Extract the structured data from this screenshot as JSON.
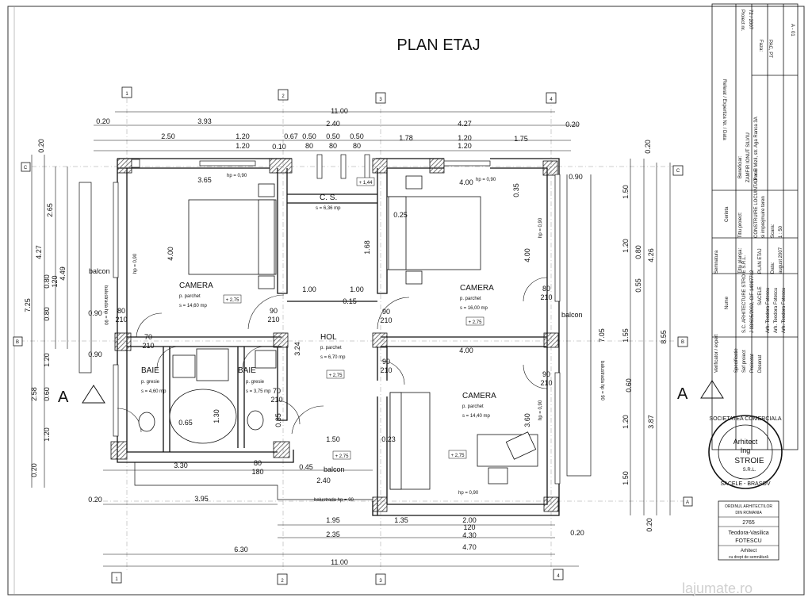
{
  "title": "PLAN ETAJ",
  "grid_axes": {
    "numbers": [
      "1",
      "2",
      "3",
      "4"
    ],
    "letters_right": [
      "C",
      "B",
      "A"
    ],
    "letters_left": [
      "C",
      "B"
    ]
  },
  "section_marks": [
    "A",
    "A"
  ],
  "dimensions_top": {
    "overall": "11.00",
    "row1": [
      "0.20",
      "3.93",
      "2.40",
      "4.27",
      "0.20"
    ],
    "row2": [
      "2.50",
      "1.20",
      "0.67",
      "0.50",
      "0.50",
      "0.50",
      "1.78",
      "1.20",
      "1.75"
    ],
    "row3": [
      "1.20",
      "0.10",
      "80",
      "80",
      "80",
      "1.20"
    ]
  },
  "dimensions_bottom": {
    "row1": [
      "3.30",
      "0.45",
      "2.40"
    ],
    "row2": [
      "0.20",
      "3.95"
    ],
    "row3": [
      "1.95",
      "1.35",
      "2.00",
      "120"
    ],
    "row4": [
      "2.35",
      "4.30"
    ],
    "row5": [
      "6.30",
      "4.70",
      "0.20"
    ],
    "overall": "11.00"
  },
  "dimensions_left": [
    "0.20",
    "2.65",
    "4.27",
    "0.80",
    "120",
    "4.49",
    "7.25",
    "0.80",
    "1.20",
    "0.90",
    "2.58",
    "0.60",
    "1.20",
    "0.20"
  ],
  "dimensions_right": [
    "0.20",
    "1.50",
    "1.20",
    "0.80",
    "4.26",
    "0.55",
    "1.55",
    "8.55",
    "7.05",
    "0.60",
    "1.20",
    "3.87",
    "1.50",
    "0.20"
  ],
  "interior_dims": [
    "3.65",
    "4.00",
    "4.00",
    "4.00",
    "4.00",
    "0.90",
    "0.90",
    "0.35",
    "0.25",
    "1.68",
    "1.00",
    "1.00",
    "0.15",
    "3.24",
    "1.30",
    "0.65",
    "3.60",
    "1.50",
    "0.23",
    "0.35"
  ],
  "openings": [
    "90\n210",
    "90\n210",
    "90\n210",
    "70\n210",
    "70\n210",
    "80\n210",
    "80\n210",
    "80\n180",
    "90\n210"
  ],
  "rooms": [
    {
      "name": "CAMERA",
      "floor": "p. parchet",
      "area": "s = 14,60 mp",
      "level": "+ 2,75"
    },
    {
      "name": "CAMERA",
      "floor": "p. parchet",
      "area": "s = 16,00 mp",
      "level": "+ 2,75"
    },
    {
      "name": "CAMERA",
      "floor": "p. parchet",
      "area": "s = 14,40 mp",
      "level": "+ 2,75"
    },
    {
      "name": "HOL",
      "floor": "p. parchet",
      "area": "s = 6,70 mp",
      "level": "+ 2,75"
    },
    {
      "name": "C. S.",
      "area": "s = 6,36 mp"
    },
    {
      "name": "BAIE",
      "floor": "p. gresie",
      "area": "s = 4,60 mp"
    },
    {
      "name": "BAIE",
      "floor": "p. gresie",
      "area": "s = 3,75 mp"
    }
  ],
  "balconies": [
    {
      "label": "balcon",
      "rail": "balustrada hp = 90"
    },
    {
      "label": "balcon",
      "rail": "balustrada hp = 90"
    },
    {
      "label": "balcon",
      "rail": "balustrada hp = 90",
      "level": "+ 2,75"
    }
  ],
  "sill_notes": [
    "hp = 0,90",
    "hp = 0,90",
    "hp = 0,90",
    "hp = 0,90",
    "hp = 0,90",
    "hp = 0,90"
  ],
  "stair_level": "+ 1,44",
  "title_block": {
    "project_no_label": "Proiect nr.",
    "project_no": "72 / 2007",
    "phase_label": "Faza:",
    "phase": "PAC, PT",
    "sheet": "A - 01",
    "ref_label": "Referat / Expertiza Nr. / Data",
    "beneficiary_label": "Beneficiar:",
    "beneficiary": "ZAMFIR IONUT SILVIU",
    "beneficiary_address": "Orasul Mizil, str. Aga Ranca 3A",
    "project_title_label": "Titlu proiect:",
    "project_title": "CONSTRUIRE LOCUINTA P + E",
    "project_title_2": "si imprejmuire teren",
    "plan_title_label": "Titlu planșa:",
    "plan_title": "PLAN ETAJ",
    "scale_label": "Scara:",
    "scale": "1 : 50",
    "date_label": "Data:",
    "date": "august 2007",
    "signature_label": "Semnatura",
    "requirement_label": "Cerinta",
    "verifier_label": "Verificator / expert",
    "name_label": "Nume",
    "company": "S.C. ARHITECTURE STROIE S.R.L.",
    "company_reg": "J 08/605/2002, CIF 14987712",
    "company_city": "SACELE",
    "roles": [
      "Sef proiect",
      "Proiectat",
      "Desenat",
      "Specificatie"
    ],
    "persons": [
      "Arh. Teodora Fotescu",
      "Arh. Teodora Fotescu",
      "Arh. Teodora Fotescu"
    ]
  },
  "seal": {
    "top_text": "SOCIETATEA COMERCIALA",
    "center_1": "Arhitect",
    "center_2": "Ing",
    "name": "STROIE",
    "sub": "S.R.L.",
    "bottom_text": "SACELE - BRASOV"
  },
  "stamp": {
    "line1": "ORDINUL ARHITECTILOR",
    "line2": "DIN ROMANIA",
    "number": "2765",
    "name1": "Teodora-Vasilica",
    "name2": "FOTESCU",
    "line3": "Arhitect",
    "line4": "cu drept de semnătură"
  },
  "watermark": "lajumate.ro",
  "colors": {
    "ink": "#111111",
    "paper": "#ffffff",
    "hatch": "#555555"
  }
}
